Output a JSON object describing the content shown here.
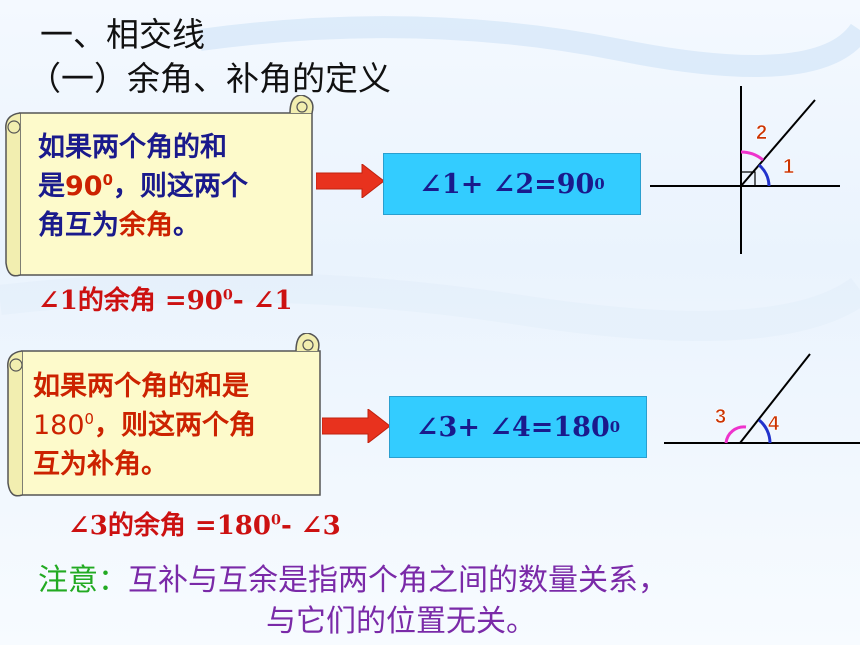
{
  "title": {
    "line1": "一、相交线",
    "line2": "（一）余角、补角的定义"
  },
  "complement": {
    "scroll": {
      "l1": "如果两个角的和",
      "l2_pre": "是",
      "l2_num": "90",
      "l2_sup": "0",
      "l2_post": "，则这两个",
      "l3_pre": "角互为",
      "l3_term": "余角",
      "l3_post": "。"
    },
    "box": {
      "pre": "∠1+ ∠2=90",
      "sup": "0"
    },
    "formula": {
      "pre": "∠1的余角  =90",
      "sup": "0",
      "post": "- ∠1"
    },
    "labels": {
      "a": "2",
      "b": "1"
    }
  },
  "supplement": {
    "scroll": {
      "l1": "如果两个角的和是",
      "l2_num": "180",
      "l2_sup": "0",
      "l2_post": "，则这两个角",
      "l3": "互为补角。"
    },
    "box": {
      "pre": "∠3+ ∠4=180",
      "sup": "0"
    },
    "formula": {
      "pre": "∠3的余角  =180",
      "sup": "0",
      "post": "- ∠3"
    },
    "labels": {
      "a": "3",
      "b": "4"
    }
  },
  "note": {
    "lead": "注意：",
    "text": "互补与互余是指两个角之间的数量关系，",
    "line2": "与它们的位置无关。"
  },
  "colors": {
    "box_fill": "#33ccff",
    "arrow": "#e8321e",
    "scroll_fill": "#fdfacb",
    "term_red": "#cc2200",
    "note_green": "#22aa22",
    "note_purple": "#7a2aa8"
  }
}
